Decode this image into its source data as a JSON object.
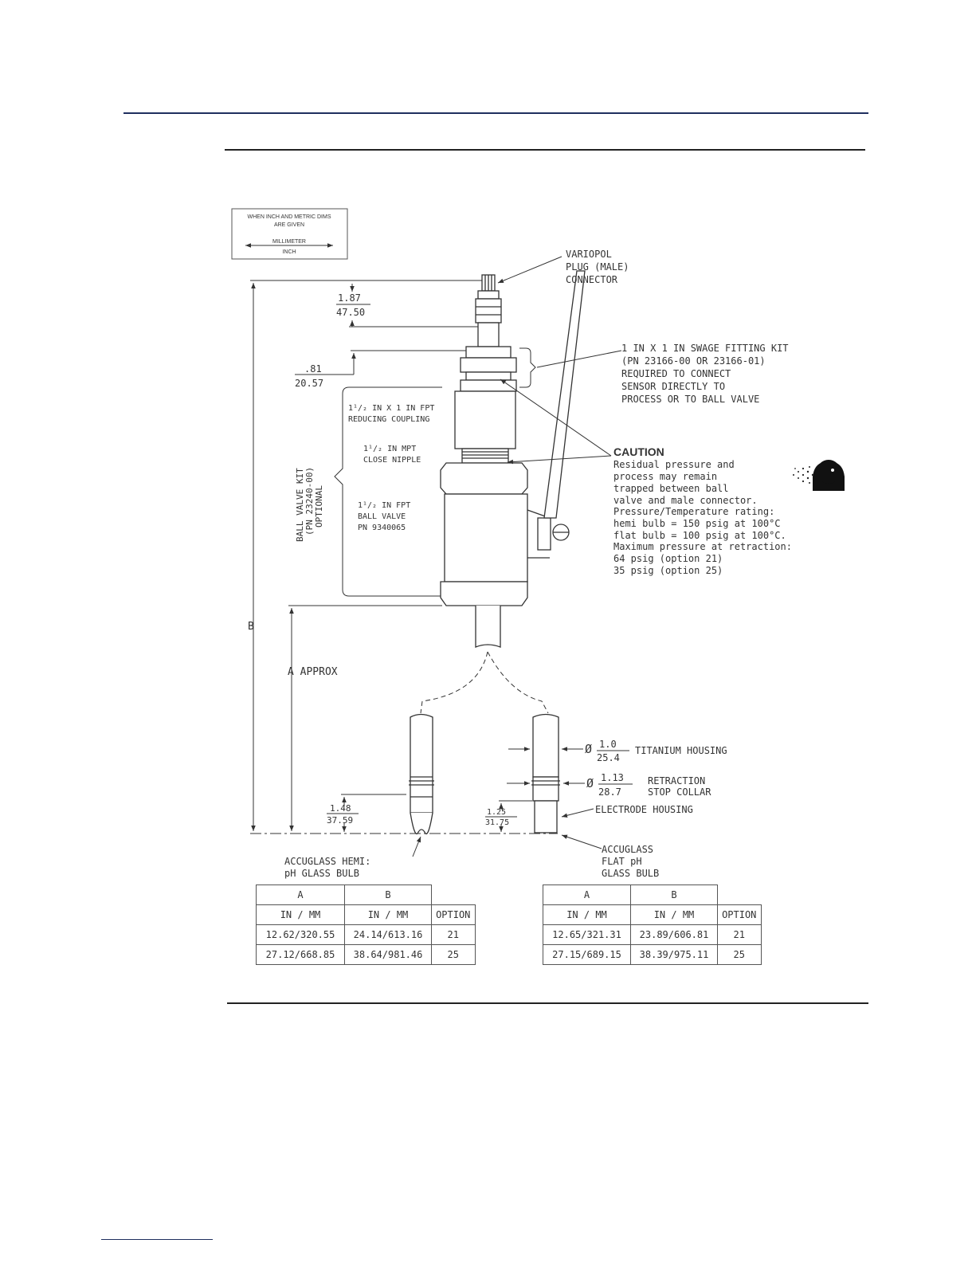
{
  "legend_box": {
    "line1": "WHEN INCH AND METRIC DIMS",
    "line2": "ARE GIVEN",
    "numerator": "MILLIMETER",
    "denominator": "INCH"
  },
  "callouts": {
    "variopol": [
      "VARIOPOL",
      "PLUG (MALE)",
      "CONNECTOR"
    ],
    "swage": [
      "1 IN X 1 IN SWAGE FITTING KIT",
      "(PN 23166-00 OR 23166-01)",
      "REQUIRED TO CONNECT",
      "SENSOR DIRECTLY TO",
      "PROCESS OR TO BALL VALVE"
    ],
    "coupling": [
      "1¹/₂ IN X 1 IN FPT",
      "REDUCING COUPLING"
    ],
    "nipple": [
      "1¹/₂ IN MPT",
      "CLOSE NIPPLE"
    ],
    "ball_valve": [
      "1¹/₂ IN FPT",
      "BALL VALVE",
      "PN 9340065"
    ],
    "ball_valve_kit": [
      "BALL VALVE KIT",
      "(PN 23240-00)",
      "OPTIONAL"
    ],
    "caution_title": "CAUTION",
    "caution_body": [
      "Residual pressure and",
      "process may remain",
      "trapped between ball",
      "valve and male connector.",
      "Pressure/Temperature rating:",
      "hemi bulb = 150 psig at 100°C",
      "flat bulb = 100 psig at 100°C.",
      "Maximum pressure at retraction:",
      "64 psig (option 21)",
      "35 psig (option 25)"
    ],
    "titanium": "TITANIUM HOUSING",
    "retraction": [
      "RETRACTION",
      "STOP COLLAR"
    ],
    "electrode": "ELECTRODE HOUSING",
    "hemi_bulb": [
      "ACCUGLASS HEMI:",
      "pH GLASS BULB"
    ],
    "flat_bulb": [
      "ACCUGLASS",
      "FLAT pH",
      "GLASS BULB"
    ],
    "a_approx": "A  APPROX",
    "b_label": "B"
  },
  "dimensions": {
    "top_num": "1.87",
    "top_den": "47.50",
    "swage_num": ".81",
    "swage_den": "20.57",
    "dia1_sym": "Ø",
    "dia1_num": "1.0",
    "dia1_den": "25.4",
    "dia2_sym": "Ø",
    "dia2_num": "1.13",
    "dia2_den": "28.7",
    "hemi_num": "1.48",
    "hemi_den": "37.59",
    "flat_num": "1.25",
    "flat_den": "31.75"
  },
  "tables": [
    {
      "header_a": "A",
      "header_b": "B",
      "sub": [
        "IN  /  MM",
        "IN  /  MM",
        "OPTION"
      ],
      "rows": [
        [
          "12.62/320.55",
          "24.14/613.16",
          "21"
        ],
        [
          "27.12/668.85",
          "38.64/981.46",
          "25"
        ]
      ]
    },
    {
      "header_a": "A",
      "header_b": "B",
      "sub": [
        "IN  /  MM",
        "IN  /  MM",
        "OPTION"
      ],
      "rows": [
        [
          "12.65/321.31",
          "23.89/606.81",
          "21"
        ],
        [
          "27.15/689.15",
          "38.39/975.11",
          "25"
        ]
      ]
    }
  ],
  "colors": {
    "top_rule": "#1f2f5e",
    "ink": "#333333"
  }
}
